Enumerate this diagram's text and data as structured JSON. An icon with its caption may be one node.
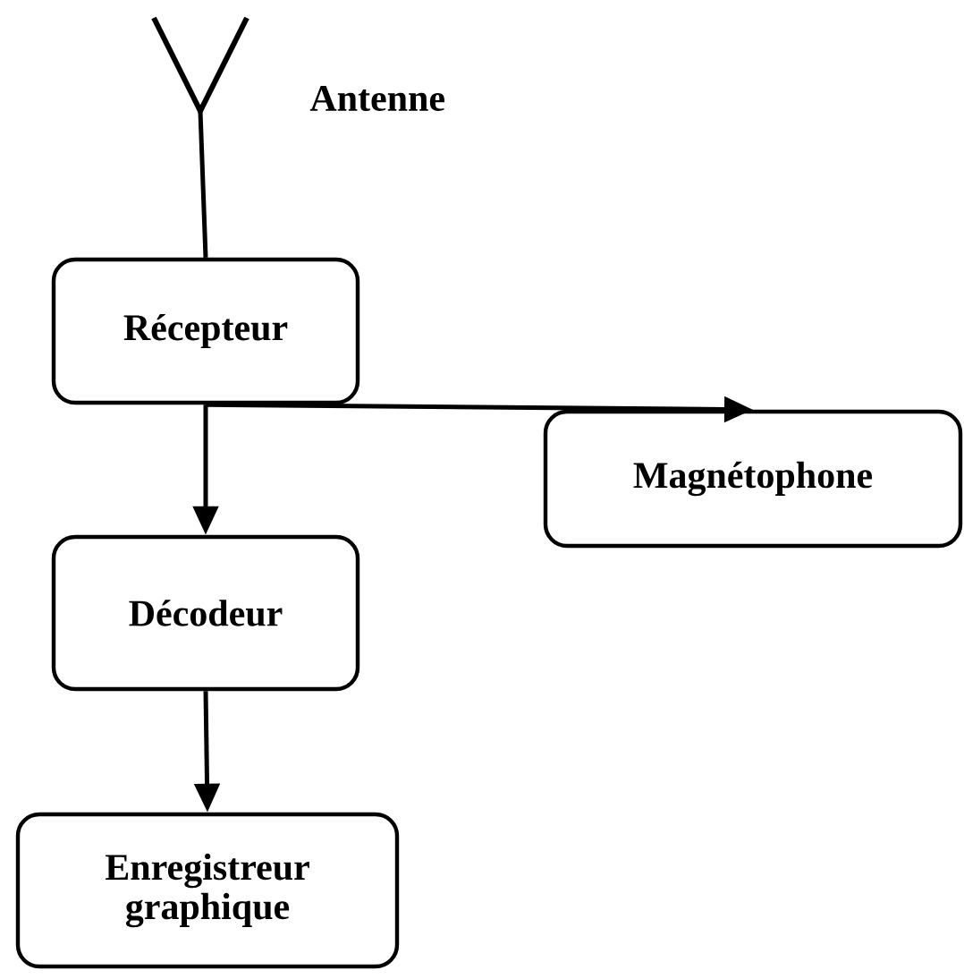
{
  "diagram": {
    "nodes": [
      {
        "text": [],
        "shape": "picture",
        "beside": [
          "Antenne"
        ]
      },
      {
        "text": [
          "Récepteur"
        ]
      },
      {
        "text": [
          "Magnétophone"
        ]
      },
      {
        "text": [
          "Décodeur"
        ]
      },
      {
        "text": [
          "Enregistreur graphique"
        ]
      }
    ],
    "edges": [
      {
        "from": 0,
        "to": 1,
        "arrow": "none"
      },
      {
        "from": 1,
        "to": 3,
        "arrow": "to"
      },
      {
        "from": 1,
        "to": 2,
        "arrow": "to"
      },
      {
        "from": 3,
        "to": 4,
        "arrow": "to"
      }
    ]
  }
}
